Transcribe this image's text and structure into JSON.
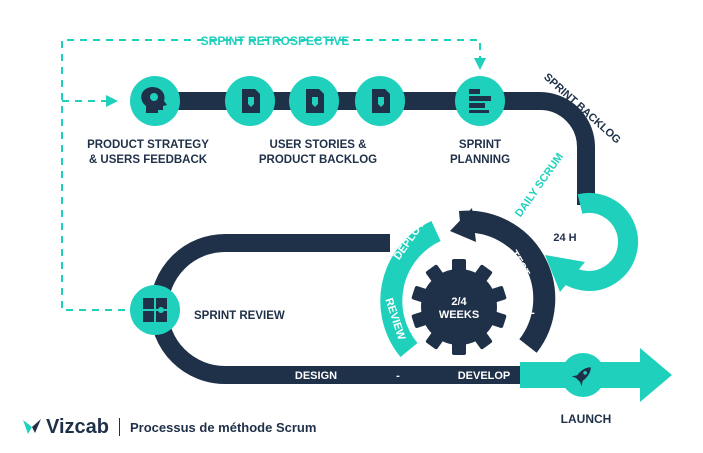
{
  "colors": {
    "navy": "#1f3049",
    "teal": "#1fd1bd",
    "white": "#ffffff"
  },
  "retrospective": "SRPINT RETROSPECTIVE",
  "product_strategy": [
    "PRODUCT STRATEGY",
    "& USERS FEEDBACK"
  ],
  "user_stories": [
    "USER STORIES &",
    "PRODUCT BACKLOG"
  ],
  "sprint_planning": [
    "SPRINT",
    "PLANNING"
  ],
  "sprint_backlog": "SPRINT BACKLOG",
  "daily_scrum": "DAILY SCRUM",
  "daily_cycle": "24 H",
  "sprint_review": "SPRINT REVIEW",
  "sprint_length": [
    "2/4",
    "WEEKS"
  ],
  "stages": {
    "deploy": "DEPLOY",
    "test": "TEST",
    "review": "REVIEW",
    "design": "DESIGN",
    "develop": "DEVELOP",
    "dash": "-"
  },
  "launch": "LAUNCH",
  "icons": {
    "strategy": "head-lightbulb-icon",
    "story": "document-icon",
    "planning": "list-icon",
    "review": "puzzle-icon",
    "launch": "rocket-icon",
    "gear": "gear-icon",
    "logo": "bird-logo-icon"
  },
  "footer": {
    "brand": "Vizcab",
    "subtitle": "Processus de méthode Scrum"
  }
}
